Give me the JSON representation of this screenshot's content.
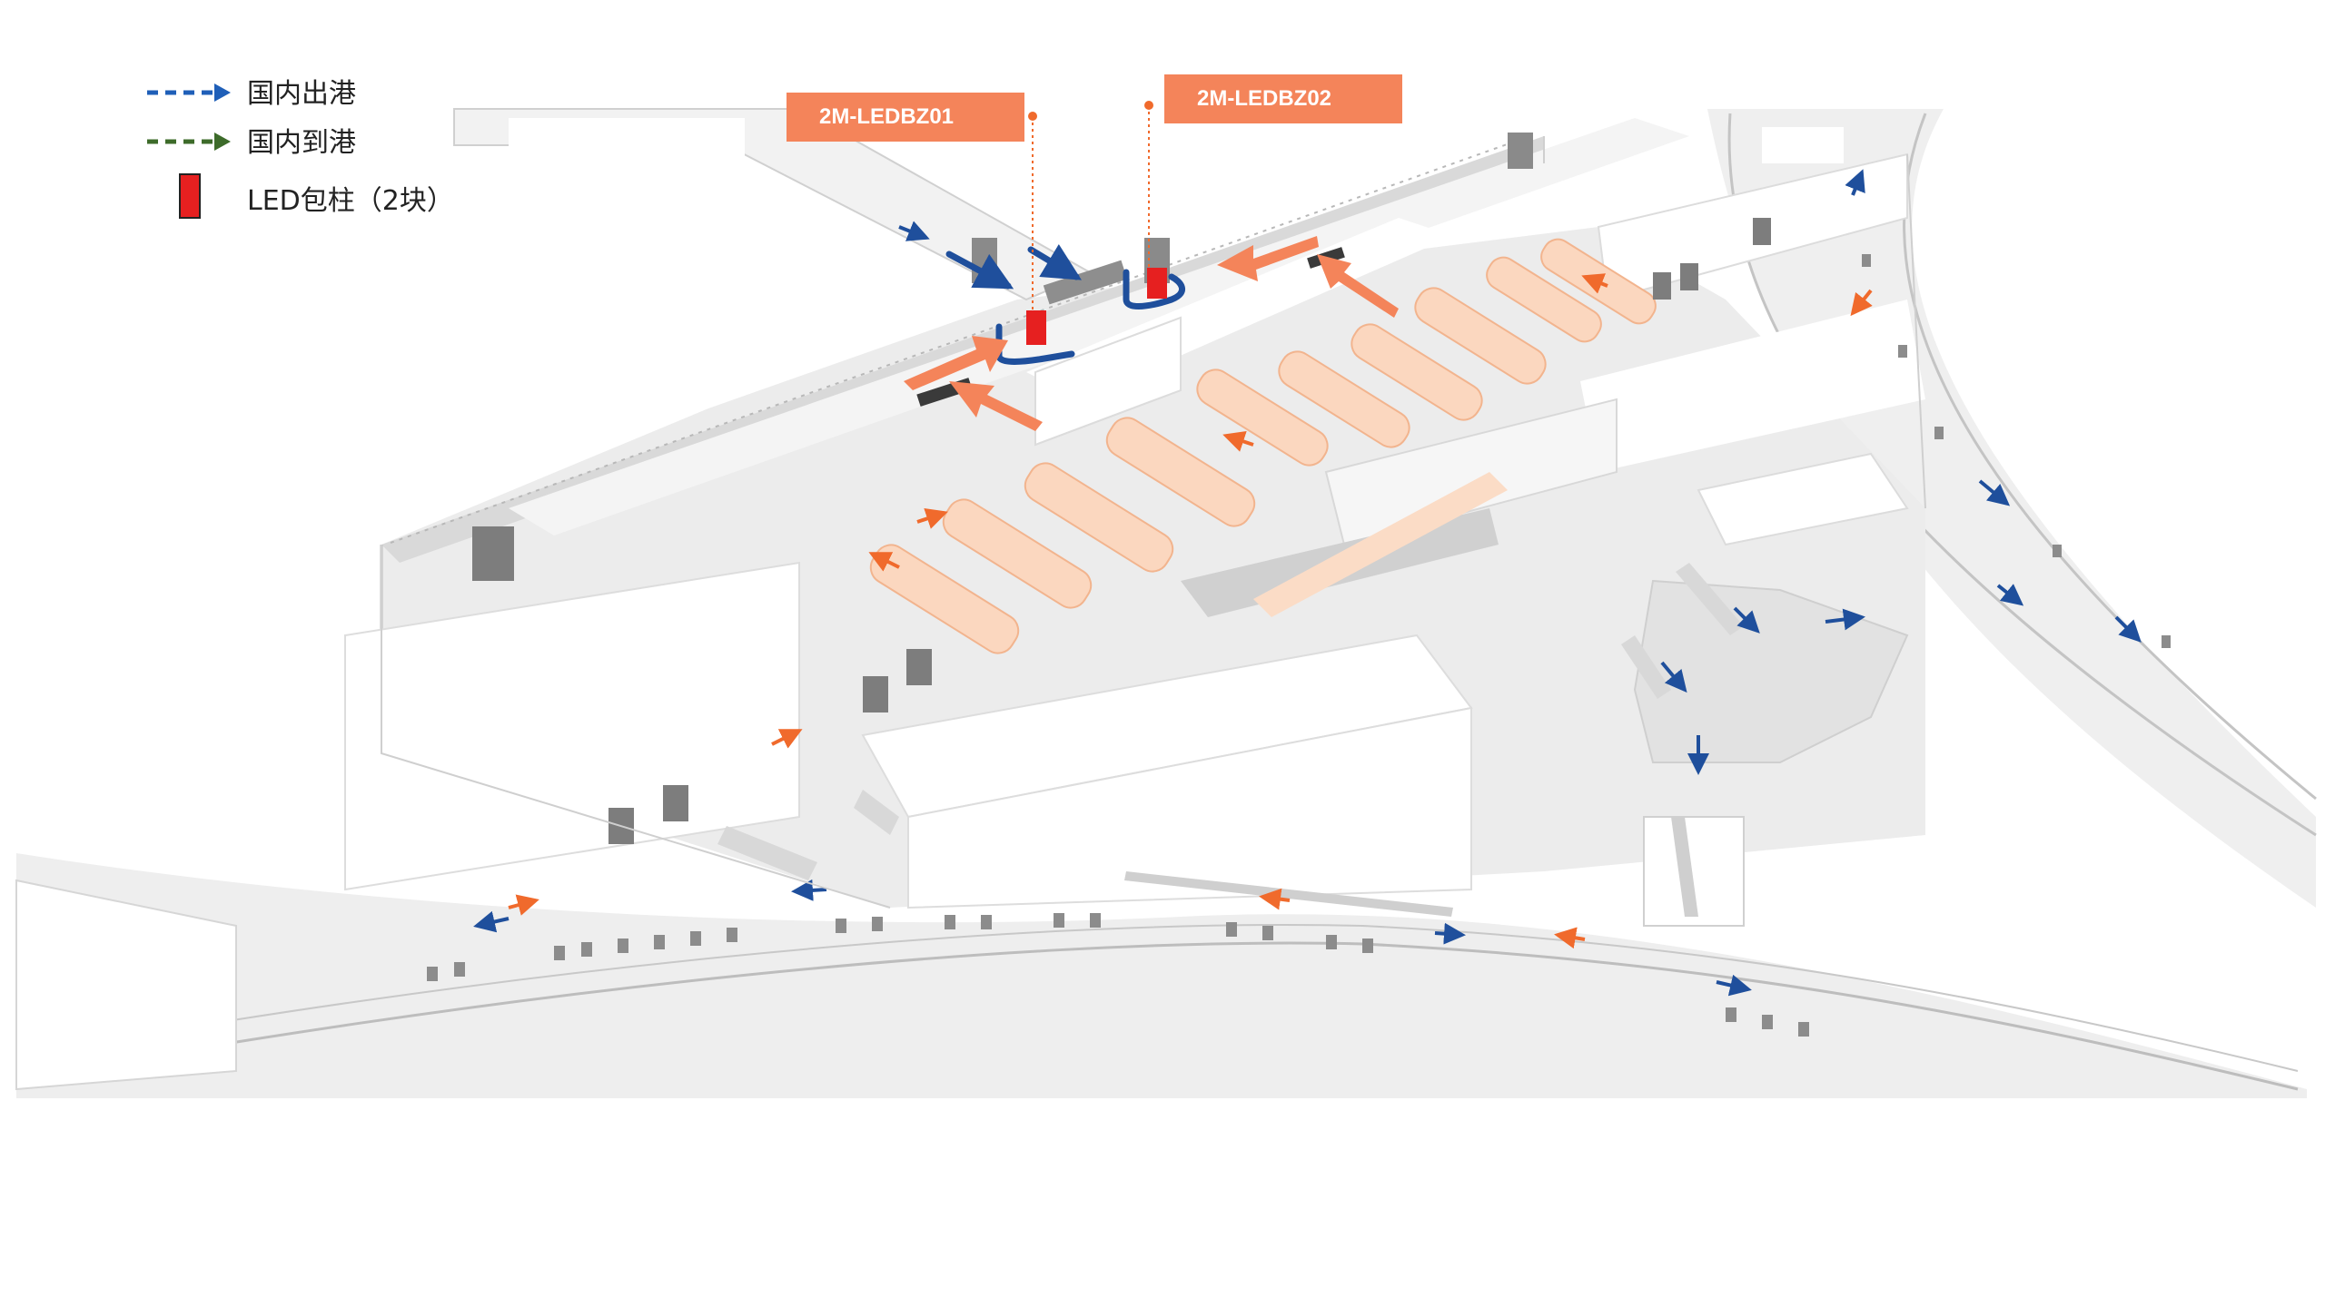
{
  "legend": [
    {
      "label": "国内出港",
      "icon": "blue-dashed-arrow-icon",
      "color": "#1f5fb8"
    },
    {
      "label": "国内到港",
      "icon": "green-dashed-arrow-icon",
      "color": "#3d6b2a"
    },
    {
      "label": "LED包柱（2块）",
      "icon": "red-column-icon",
      "color": "#e62020"
    }
  ],
  "markers": [
    {
      "label": "2M-LEDBZ01"
    },
    {
      "label": "2M-LEDBZ02"
    }
  ],
  "colors": {
    "accent": "#f4845a",
    "led": "#e62020",
    "departure_flow": "#1f4f9c",
    "arrival_flow": "#3d6b2a",
    "floor": "#ececec",
    "wall": "#ffffff"
  }
}
